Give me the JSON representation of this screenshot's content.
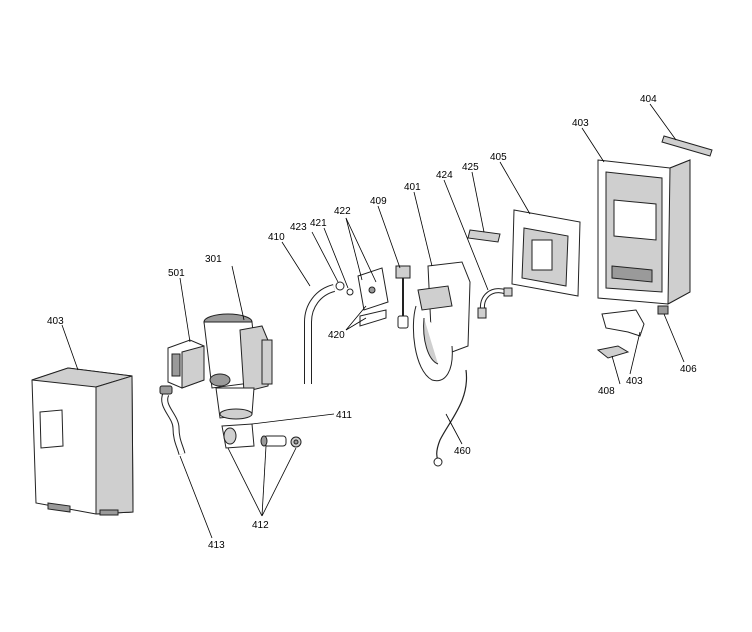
{
  "labels": {
    "l301": "301",
    "l401": "401",
    "l403a": "403",
    "l403b": "403",
    "l403c": "403",
    "l404": "404",
    "l405": "405",
    "l406": "406",
    "l408": "408",
    "l409": "409",
    "l410": "410",
    "l411": "411",
    "l412": "412",
    "l413": "413",
    "l420": "420",
    "l421": "421",
    "l422": "422",
    "l423": "423",
    "l424": "424",
    "l425": "425",
    "l460": "460",
    "l501": "501"
  }
}
